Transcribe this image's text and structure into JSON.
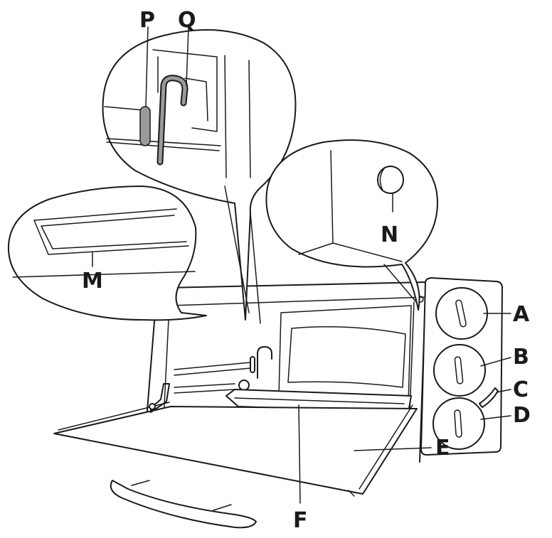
{
  "labels": {
    "a": "A",
    "b": "B",
    "c": "C",
    "d": "D",
    "e": "E",
    "f": "F",
    "m": "M",
    "n": "N",
    "p": "P",
    "q": "Q"
  },
  "colors": {
    "line": "#1a1a1a",
    "accent_gray": "#9a9a9a",
    "background": "#ffffff"
  }
}
